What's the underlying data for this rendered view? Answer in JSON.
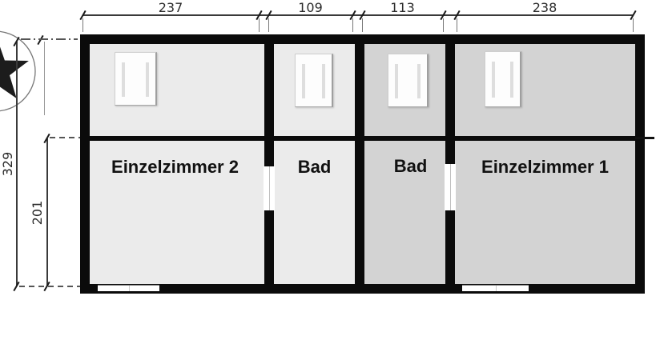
{
  "title": "floor-plan",
  "rooms": [
    {
      "label": "Einzelzimmer 2",
      "tone": "light"
    },
    {
      "label": "Bad",
      "tone": "light"
    },
    {
      "label": "Bad",
      "tone": "dark"
    },
    {
      "label": "Einzelzimmer 1",
      "tone": "dark"
    }
  ],
  "dimensions": {
    "top": [
      {
        "label": "237"
      },
      {
        "label": "109"
      },
      {
        "label": "113"
      },
      {
        "label": "238"
      }
    ],
    "left": [
      {
        "label": "329"
      },
      {
        "label": "201"
      }
    ]
  },
  "icons": {
    "compass": "north-compass-star"
  },
  "colors": {
    "wall": "#0b0b0b",
    "room_light": "#ebebeb",
    "room_dark": "#d3d3d3",
    "dimension": "#2b2b2b",
    "background": "#ffffff"
  }
}
